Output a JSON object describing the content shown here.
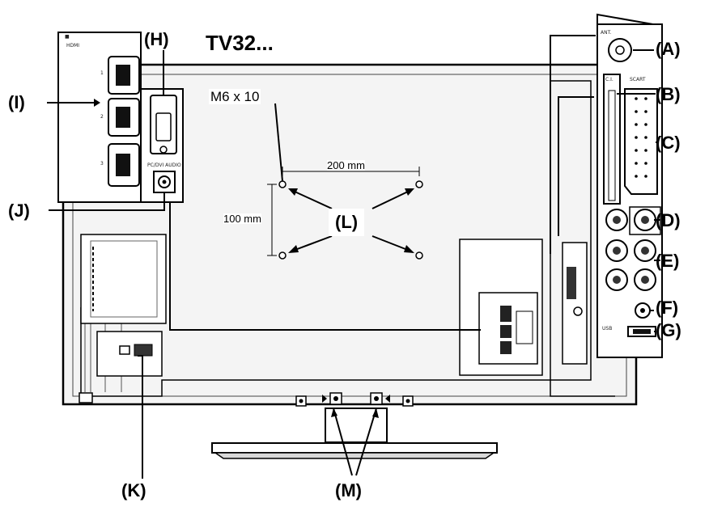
{
  "model": "TV32...",
  "mount": {
    "screw": "M6 x 10",
    "width": "200 mm",
    "height": "100 mm"
  },
  "callouts": {
    "A": "(A)",
    "B": "(B)",
    "C": "(C)",
    "D": "(D)",
    "E": "(E)",
    "F": "(F)",
    "G": "(G)",
    "H": "(H)",
    "I": "(I)",
    "J": "(J)",
    "K": "(K)",
    "L": "(L)",
    "M": "(M)"
  },
  "port_labels": {
    "hdmi": "HDMI",
    "hdmi1": "1",
    "hdmi2": "2",
    "hdmi3": "3",
    "pc": "PC/DVI AUDIO",
    "ant": "ANT.",
    "ci": "C.I.",
    "scart": "SCART",
    "usb": "USB"
  },
  "colors": {
    "line": "#000000",
    "panel": "#ffffff",
    "body": "#f2f2f2"
  }
}
